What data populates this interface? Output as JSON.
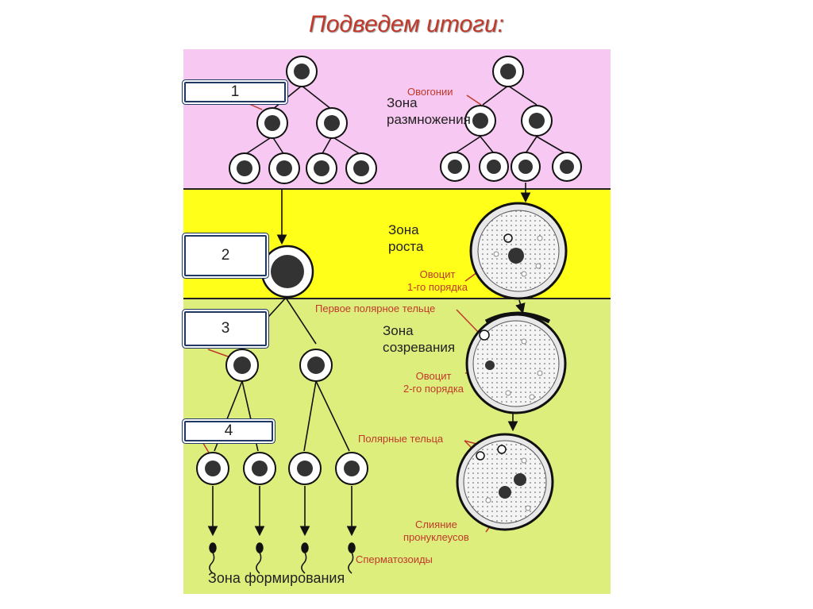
{
  "title": "Подведем итоги:",
  "colors": {
    "reproduction": "#f7c8f1",
    "growth": "#ffff1a",
    "maturation": "#ddee7c",
    "accent": "#c0392b",
    "box_border": "#1f3864"
  },
  "zones": {
    "reproduction": [
      "Зона",
      "размножения"
    ],
    "growth": [
      "Зона",
      "роста"
    ],
    "maturation": [
      "Зона",
      "созревания"
    ],
    "formation": "Зона формирования"
  },
  "red_labels": {
    "oogonia": "Овогонии",
    "oocyte1": [
      "Овоцит",
      "1-го порядка"
    ],
    "first_polar": "Первое полярное тельце",
    "oocyte2": [
      "Овоцит",
      "2-го порядка"
    ],
    "polar_bodies": "Полярные тельца",
    "fusion": [
      "Слияние",
      "пронуклеусов"
    ],
    "sperm": "Сперматозоиды"
  },
  "boxes": [
    "1",
    "2",
    "3",
    "4"
  ]
}
